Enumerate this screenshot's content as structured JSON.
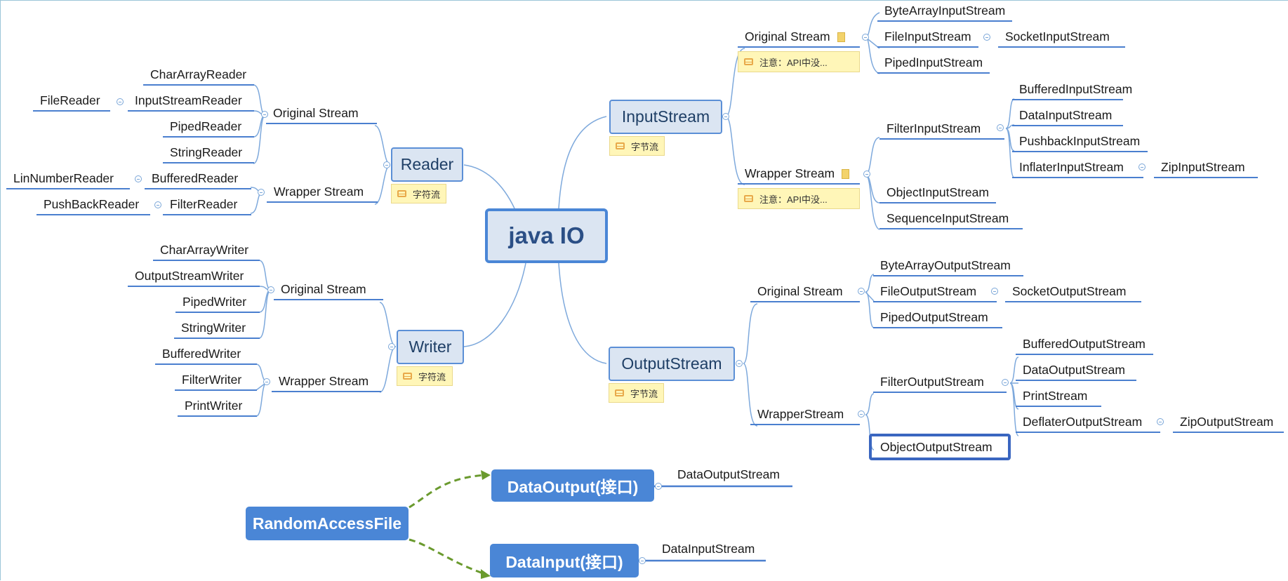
{
  "center": {
    "label": "java IO"
  },
  "inputstream": {
    "label": "InputStream",
    "note": "字节流",
    "original": {
      "label": "Original Stream",
      "note": "注意：API中没...",
      "children": [
        "ByteArrayInputStream",
        "FileInputStream",
        "PipedInputStream"
      ],
      "file_child": "SocketInputStream"
    },
    "wrapper": {
      "label": "Wrapper Stream",
      "note": "注意：API中没...",
      "filter": "FilterInputStream",
      "filter_children": [
        "BufferedInputStream",
        "DataInputStream",
        "PushbackInputStream",
        "InflaterInputStream"
      ],
      "inflater_child": "ZipInputStream",
      "others": [
        "ObjectInputStream",
        "SequenceInputStream"
      ]
    }
  },
  "outputstream": {
    "label": "OutputStream",
    "note": "字节流",
    "original": {
      "label": "Original Stream",
      "children": [
        "ByteArrayOutputStream",
        "FileOutputStream",
        "PipedOutputStream"
      ],
      "file_child": "SocketOutputStream"
    },
    "wrapper": {
      "label": "WrapperStream",
      "filter": "FilterOutputStream",
      "filter_children": [
        "BufferedOutputStream",
        "DataOutputStream",
        "PrintStream",
        "DeflaterOutputStream"
      ],
      "deflater_child": "ZipOutputStream",
      "object": "ObjectOutputStream"
    }
  },
  "reader": {
    "label": "Reader",
    "note": "字符流",
    "original": {
      "label": "Original Stream",
      "children": [
        "CharArrayReader",
        "InputStreamReader",
        "PipedReader",
        "StringReader"
      ],
      "isr_child": "FileReader"
    },
    "wrapper": {
      "label": "Wrapper Stream",
      "children": [
        "BufferedReader",
        "FilterReader"
      ],
      "buffered_child": "LinNumberReader",
      "filter_child": "PushBackReader"
    }
  },
  "writer": {
    "label": "Writer",
    "note": "字符流",
    "original": {
      "label": "Original Stream",
      "children": [
        "CharArrayWriter",
        "OutputStreamWriter",
        "PipedWriter",
        "StringWriter"
      ]
    },
    "wrapper": {
      "label": "Wrapper Stream",
      "children": [
        "BufferedWriter",
        "FilterWriter",
        "PrintWriter"
      ]
    }
  },
  "random": {
    "label": "RandomAccessFile",
    "dataoutput": {
      "label": "DataOutput(接口)",
      "child": "DataOutputStream"
    },
    "datainput": {
      "label": "DataInput(接口)",
      "child": "DataInputStream"
    }
  },
  "colors": {
    "line": "#6f9fd8",
    "accent": "#4a86d6",
    "dashed": "#6a9a2e",
    "note_bg": "#fff6b8"
  }
}
